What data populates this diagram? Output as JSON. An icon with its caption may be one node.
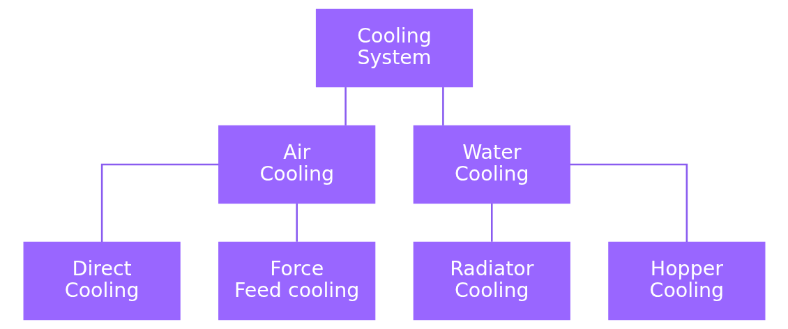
{
  "diagram": {
    "nodes": [
      {
        "text": [
          "Cooling System"
        ]
      },
      {
        "text": [
          "Air Cooling"
        ]
      },
      {
        "text": [
          "Water Cooling"
        ]
      },
      {
        "text": [
          "Direct Cooling"
        ]
      },
      {
        "text": [
          "Force Feed cooling"
        ]
      },
      {
        "text": [
          "Radiator Cooling"
        ]
      },
      {
        "text": [
          "Hopper Cooling"
        ]
      }
    ],
    "edges": [
      {
        "from": 0,
        "to": 1,
        "arrow": "none"
      },
      {
        "from": 0,
        "to": 2,
        "arrow": "none"
      },
      {
        "from": 1,
        "to": 3,
        "arrow": "none"
      },
      {
        "from": 1,
        "to": 4,
        "arrow": "none"
      },
      {
        "from": 2,
        "to": 5,
        "arrow": "none"
      },
      {
        "from": 2,
        "to": 6,
        "arrow": "none"
      }
    ]
  }
}
